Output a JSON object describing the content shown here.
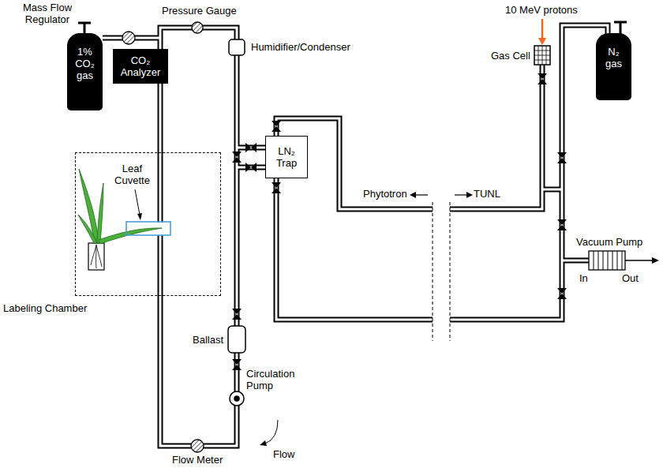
{
  "diagram": {
    "nodes": [
      {
        "text": [
          "1% CO₂ gas"
        ]
      },
      {
        "text": [
          "CO₂ Analyzer"
        ]
      },
      {
        "text": [
          "LN₂ Trap"
        ]
      },
      {
        "text": [
          "N₂ gas"
        ]
      },
      {
        "text": [
          "Labeling Chamber"
        ]
      }
    ],
    "edges": [
      {
        "from": 1,
        "to": 4,
        "arrow": "none"
      }
    ],
    "labels": [
      "Mass Flow Regulator",
      "Pressure Gauge",
      "Humidifier/Condenser",
      "Phytotron",
      "TUNL",
      "10 MeV protons",
      "Gas Cell",
      "Vacuum Pump",
      "In",
      "Out",
      "Leaf Cuvette",
      "Ballast",
      "Circulation Pump",
      "Flow Meter",
      "Flow"
    ]
  }
}
